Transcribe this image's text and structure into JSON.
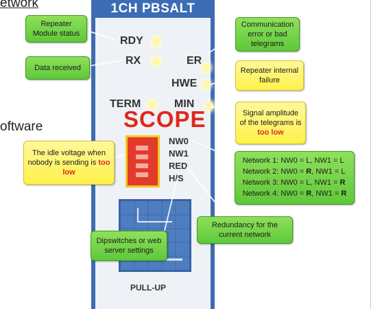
{
  "background": {
    "top_text": "etwork",
    "software_text": "oftware"
  },
  "device": {
    "title": "1CH PBSALT",
    "labels": {
      "rdy": "RDY",
      "rx": "RX",
      "er": "ER",
      "hwe": "HWE",
      "term": "TERM",
      "min": "MIN",
      "scope": "SCOPE",
      "nw0": "NW0",
      "nw1": "NW1",
      "red": "RED",
      "hs": "H/S",
      "pullup": "PULL-UP"
    }
  },
  "callouts": {
    "repeater_status": "Repeater Module status",
    "data_received": "Data received",
    "comm_error": "Communication error or bad telegrams",
    "internal_failure": "Repeater internal failure",
    "signal": {
      "line1": "Signal amplitude of the telegrams is",
      "emph": "too low"
    },
    "idle": {
      "line1": "The idle voltage when nobody is sending is",
      "emph": "too low"
    },
    "networks": [
      {
        "prefix": "Network 1: NW0 = L, NW1 = L",
        "nw0": "",
        "nw1": ""
      },
      {
        "prefix": "Network 2: NW0 = ",
        "nw0": "R",
        "mid": ", NW1 = L"
      },
      {
        "prefix": "Network 3: NW0 = L, NW1 = ",
        "nw1": "R"
      },
      {
        "prefix": "Network 4: NW0 = ",
        "nw0": "R",
        "mid": ", NW1 = ",
        "nw1": "R"
      }
    ],
    "dipswitches": "Dipswitches or web server settings",
    "redundancy": "Redundancy for the current network"
  },
  "colors": {
    "device_blue": "#3c6cb4",
    "scope_red": "#e0281c",
    "callout_green": "#6fd246",
    "callout_yellow": "#fff14a"
  }
}
